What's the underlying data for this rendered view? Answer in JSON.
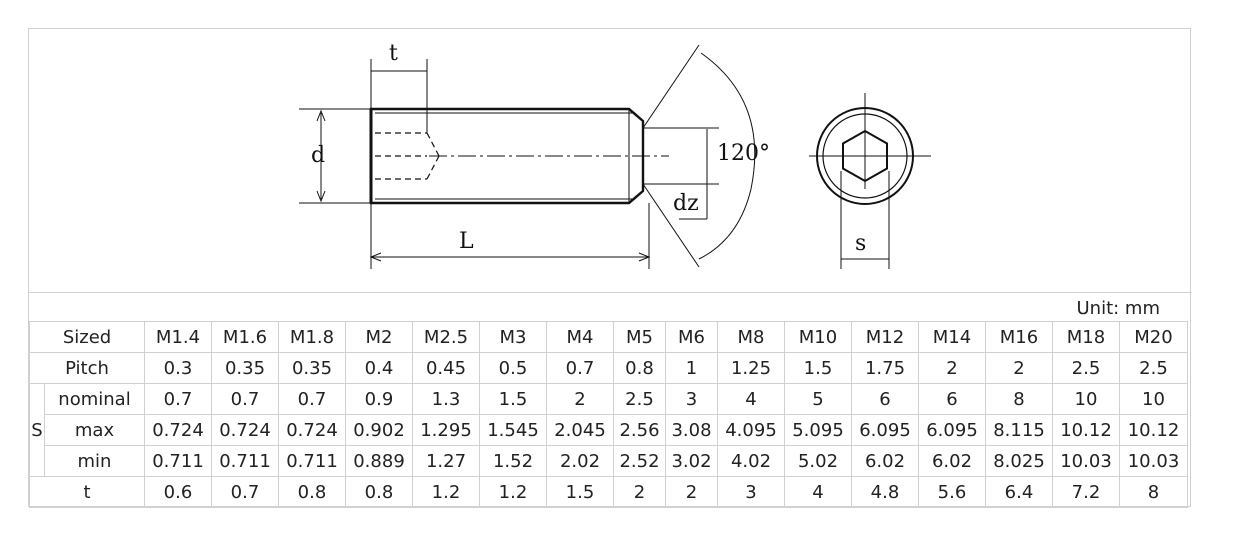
{
  "drawing": {
    "labels": {
      "t": "t",
      "d": "d",
      "L": "L",
      "angle": "120°",
      "dz": "dz",
      "s": "s"
    }
  },
  "unit": "Unit:  mm",
  "table": {
    "header_label": "Sized",
    "sizes": [
      "M1.4",
      "M1.6",
      "M1.8",
      "M2",
      "M2.5",
      "M3",
      "M4",
      "M5",
      "M6",
      "M8",
      "M10",
      "M12",
      "M14",
      "M16",
      "M18",
      "M20"
    ],
    "pitch": {
      "label": "Pitch",
      "values": [
        "0.3",
        "0.35",
        "0.35",
        "0.4",
        "0.45",
        "0.5",
        "0.7",
        "0.8",
        "1",
        "1.25",
        "1.5",
        "1.75",
        "2",
        "2",
        "2.5",
        "2.5"
      ]
    },
    "s_group": {
      "label": "S",
      "nominal": {
        "label": "nominal",
        "values": [
          "0.7",
          "0.7",
          "0.7",
          "0.9",
          "1.3",
          "1.5",
          "2",
          "2.5",
          "3",
          "4",
          "5",
          "6",
          "6",
          "8",
          "10",
          "10"
        ]
      },
      "max": {
        "label": "max",
        "values": [
          "0.724",
          "0.724",
          "0.724",
          "0.902",
          "1.295",
          "1.545",
          "2.045",
          "2.56",
          "3.08",
          "4.095",
          "5.095",
          "6.095",
          "6.095",
          "8.115",
          "10.12",
          "10.12"
        ]
      },
      "min": {
        "label": "min",
        "values": [
          "0.711",
          "0.711",
          "0.711",
          "0.889",
          "1.27",
          "1.52",
          "2.02",
          "2.52",
          "3.02",
          "4.02",
          "5.02",
          "6.02",
          "6.02",
          "8.025",
          "10.03",
          "10.03"
        ]
      }
    },
    "t": {
      "label": "t",
      "values": [
        "0.6",
        "0.7",
        "0.8",
        "0.8",
        "1.2",
        "1.2",
        "1.5",
        "2",
        "2",
        "3",
        "4",
        "4.8",
        "5.6",
        "6.4",
        "7.2",
        "8"
      ]
    }
  }
}
